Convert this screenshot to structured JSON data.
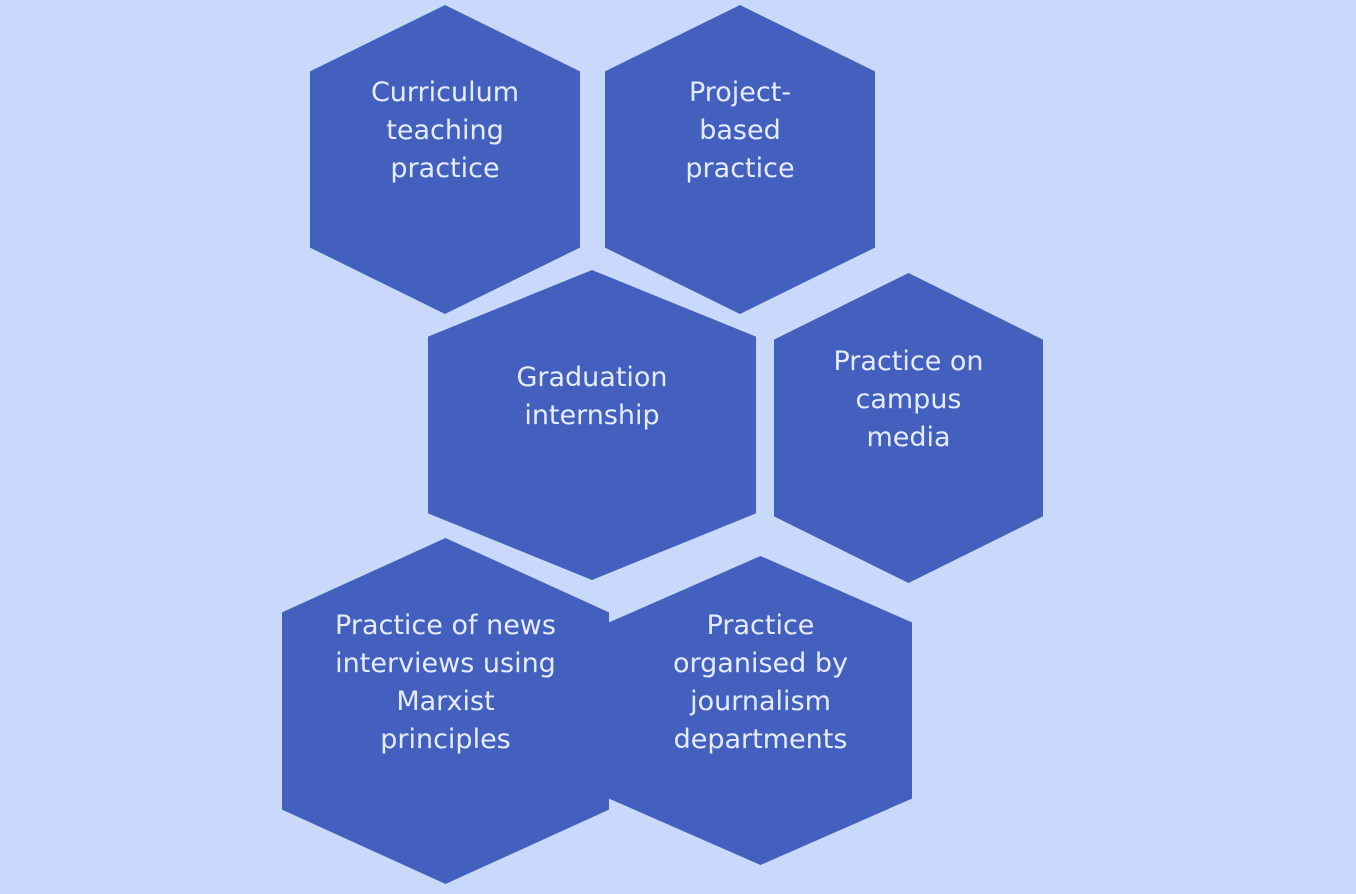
{
  "colors": {
    "background": "#c9d9fb",
    "hexagon_fill": "#4460be",
    "label_text": "#e6ecff"
  },
  "hexagons": [
    {
      "id": "curriculum",
      "lines": [
        "Curriculum",
        "teaching",
        "practice"
      ]
    },
    {
      "id": "project",
      "lines": [
        "Project-",
        "based",
        "practice"
      ]
    },
    {
      "id": "graduation",
      "lines": [
        "Graduation",
        "internship"
      ]
    },
    {
      "id": "campus-media",
      "lines": [
        "Practice on",
        "campus",
        "media"
      ]
    },
    {
      "id": "marxist",
      "lines": [
        "Practice of news",
        "interviews using",
        "Marxist",
        "principles"
      ]
    },
    {
      "id": "journalism-departments",
      "lines": [
        "Practice",
        "organised by",
        "journalism",
        "departments"
      ]
    }
  ]
}
